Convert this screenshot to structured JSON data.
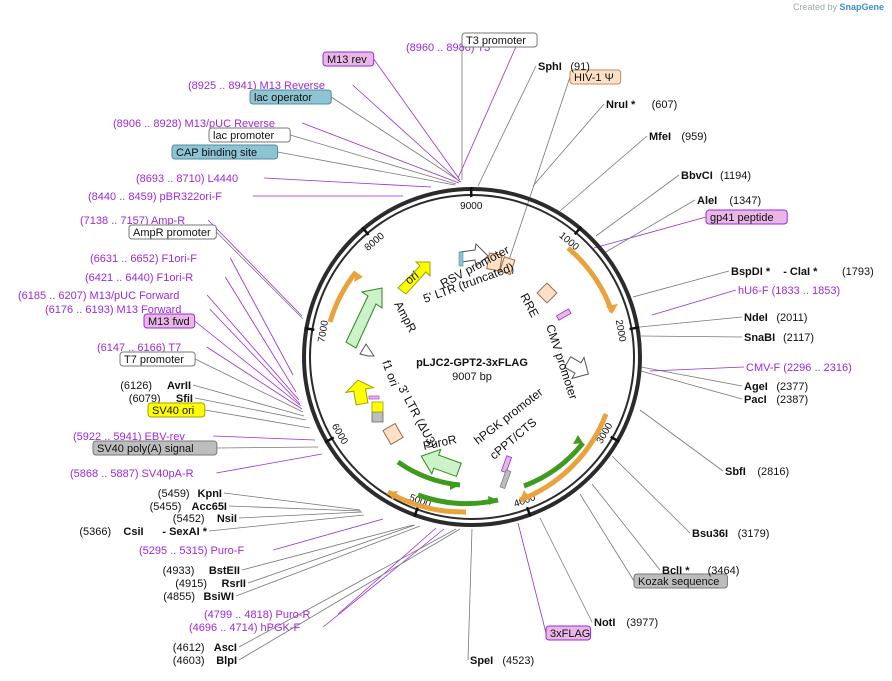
{
  "watermark": {
    "prefix": "Created by",
    "brand": "SnapGene"
  },
  "plasmid": {
    "name": "pLJC2-GPT2-3xFLAG",
    "length_label": "9007 bp",
    "length": 9007
  },
  "ticks": [
    "9000",
    "1000",
    "2000",
    "3000",
    "4000",
    "5000",
    "6000",
    "7000",
    "8000"
  ],
  "labels": [
    {
      "id": "t3",
      "text": "(8960 .. 8980)  T3",
      "style": "purple"
    },
    {
      "id": "t3prom",
      "text": "T3 promoter",
      "style": "box",
      "fill": "#ffffff",
      "stroke": "#777777"
    },
    {
      "id": "m13rev",
      "text": "M13 rev",
      "style": "box",
      "fill": "#e8b7e6",
      "stroke": "#9b2ad6"
    },
    {
      "id": "m13reverse",
      "text": "(8925 .. 8941)  M13 Reverse",
      "style": "purple"
    },
    {
      "id": "lacop",
      "text": "lac operator",
      "style": "box",
      "fill": "#8ec3d1",
      "stroke": "#4d8fa3"
    },
    {
      "id": "m13puc",
      "text": "(8906 .. 8928)  M13/pUC Reverse",
      "style": "purple"
    },
    {
      "id": "lacprom",
      "text": "lac promoter",
      "style": "box",
      "fill": "#ffffff",
      "stroke": "#777777"
    },
    {
      "id": "cap",
      "text": "CAP binding site",
      "style": "box",
      "fill": "#8ec3d1",
      "stroke": "#4d8fa3"
    },
    {
      "id": "l4440",
      "text": "(8693 .. 8710)  L4440",
      "style": "purple"
    },
    {
      "id": "pbr",
      "text": "(8440 .. 8459)  pBR322ori-F",
      "style": "purple"
    },
    {
      "id": "ampr",
      "text": "(7138 .. 7157)  Amp-R",
      "style": "purple"
    },
    {
      "id": "amprprom",
      "text": "AmpR promoter",
      "style": "box",
      "fill": "#ffffff",
      "stroke": "#777777"
    },
    {
      "id": "f1orif",
      "text": "(6631 .. 6652)  F1ori-F",
      "style": "purple"
    },
    {
      "id": "f1orir",
      "text": "(6421 .. 6440)  F1ori-R",
      "style": "purple"
    },
    {
      "id": "m13pucf",
      "text": "(6185 .. 6207)  M13/pUC Forward",
      "style": "purple"
    },
    {
      "id": "m13f",
      "text": "(6176 .. 6193)  M13 Forward",
      "style": "purple"
    },
    {
      "id": "m13fwd",
      "text": "M13 fwd",
      "style": "box",
      "fill": "#e8b7e6",
      "stroke": "#9b2ad6"
    },
    {
      "id": "t7",
      "text": "(6147 .. 6166)  T7",
      "style": "purple"
    },
    {
      "id": "t7prom",
      "text": "T7 promoter",
      "style": "box",
      "fill": "#ffffff",
      "stroke": "#777777"
    },
    {
      "id": "avrii",
      "num": "(6126)",
      "enz": "AvrII",
      "style": "enzyme",
      "align": "end"
    },
    {
      "id": "sfii",
      "num": "(6079)",
      "enz": "SfiI",
      "style": "enzyme",
      "align": "end"
    },
    {
      "id": "sv40ori",
      "text": "SV40 ori",
      "style": "box",
      "fill": "#ffff00",
      "stroke": "#a0a000"
    },
    {
      "id": "ebv",
      "text": "(5922 .. 5941)  EBV-rev",
      "style": "purple"
    },
    {
      "id": "sv40polya",
      "text": "SV40 poly(A) signal",
      "style": "box",
      "fill": "#bdbdbd",
      "stroke": "#777777"
    },
    {
      "id": "sv40pa",
      "text": "(5868 .. 5887)  SV40pA-R",
      "style": "purple"
    },
    {
      "id": "kpni",
      "num": "(5459)",
      "enz": "KpnI",
      "style": "enzyme",
      "align": "end"
    },
    {
      "id": "acc65i",
      "num": "(5455)",
      "enz": "Acc65I",
      "style": "enzyme",
      "align": "end"
    },
    {
      "id": "nsii",
      "num": "(5452)",
      "enz": "NsiI",
      "style": "enzyme",
      "align": "end"
    },
    {
      "id": "csii",
      "num": "(5366)",
      "enz": "CsiI",
      "enz2": "- SexAI *",
      "style": "enzyme2",
      "align": "end"
    },
    {
      "id": "purof",
      "text": "(5295 .. 5315)  Puro-F",
      "style": "purple"
    },
    {
      "id": "bsteii",
      "num": "(4933)",
      "enz": "BstEII",
      "style": "enzyme",
      "align": "end"
    },
    {
      "id": "rsrii",
      "num": "(4915)",
      "enz": "RsrII",
      "style": "enzyme",
      "align": "end"
    },
    {
      "id": "bsiwi",
      "num": "(4855)",
      "enz": "BsiWI",
      "style": "enzyme",
      "align": "end"
    },
    {
      "id": "puror",
      "text": "(4799 .. 4818)  Puro-R",
      "style": "purple"
    },
    {
      "id": "hpgkf",
      "text": "(4696 .. 4714)  hPGK-F",
      "style": "purple"
    },
    {
      "id": "asci",
      "num": "(4612)",
      "enz": "AscI",
      "style": "enzyme",
      "align": "end"
    },
    {
      "id": "blpi",
      "num": "(4603)",
      "enz": "BlpI",
      "style": "enzyme",
      "align": "end"
    },
    {
      "id": "spei",
      "enz": "SpeI",
      "num": "(4523)",
      "style": "enzymeR"
    },
    {
      "id": "flag3",
      "text": "3xFLAG",
      "style": "box",
      "fill": "#e8b7e6",
      "stroke": "#9b2ad6"
    },
    {
      "id": "noti",
      "enz": "NotI",
      "num": "(3977)",
      "style": "enzymeR"
    },
    {
      "id": "kozak",
      "text": "Kozak sequence",
      "style": "box",
      "fill": "#bdbdbd",
      "stroke": "#777777"
    },
    {
      "id": "bcli",
      "enz": "BclI *",
      "num": "(3464)",
      "style": "enzymeR"
    },
    {
      "id": "bsu36i",
      "enz": "Bsu36I",
      "num": "(3179)",
      "style": "enzymeR"
    },
    {
      "id": "sbfi",
      "enz": "SbfI",
      "num": "(2816)",
      "style": "enzymeR"
    },
    {
      "id": "paci",
      "enz": "PacI",
      "num": "(2387)",
      "style": "enzymeR"
    },
    {
      "id": "agei",
      "enz": "AgeI",
      "num": "(2377)",
      "style": "enzymeR"
    },
    {
      "id": "cmvf",
      "text": "CMV-F   (2296 .. 2316)",
      "style": "purple"
    },
    {
      "id": "snabi",
      "enz": "SnaBI",
      "num": "(2117)",
      "style": "enzymeR"
    },
    {
      "id": "ndei",
      "enz": "NdeI",
      "num": "(2011)",
      "style": "enzymeR"
    },
    {
      "id": "hu6f",
      "text": "hU6-F   (1833 .. 1853)",
      "style": "purple"
    },
    {
      "id": "bspdi",
      "enz": "BspDI *",
      "enz2": "- ClaI *",
      "num": "(1793)",
      "style": "enzymeR2"
    },
    {
      "id": "gp41",
      "text": "gp41 peptide",
      "style": "box",
      "fill": "#e8b7e6",
      "stroke": "#9b2ad6"
    },
    {
      "id": "alei",
      "enz": "AleI",
      "num": "(1347)",
      "style": "enzymeR"
    },
    {
      "id": "bbvci",
      "enz": "BbvCI",
      "num": "(1194)",
      "style": "enzymeR"
    },
    {
      "id": "mfei",
      "enz": "MfeI",
      "num": "(959)",
      "style": "enzymeR"
    },
    {
      "id": "nrui",
      "enz": "NruI *",
      "num": "(607)",
      "style": "enzymeR"
    },
    {
      "id": "hiv",
      "text": "HIV-1 Ψ",
      "style": "box",
      "fill": "#fde0c5",
      "stroke": "#c48a5c"
    },
    {
      "id": "sphi",
      "enz": "SphI",
      "num": "(91)",
      "style": "enzymeR"
    }
  ],
  "features": [
    {
      "id": "rsv",
      "text": "RSV promoter"
    },
    {
      "id": "ltr5",
      "text": "5' LTR (truncated)"
    },
    {
      "id": "rre",
      "text": "RRE"
    },
    {
      "id": "cmv",
      "text": "CMV promoter"
    },
    {
      "id": "hpgk",
      "text": "hPGK promoter"
    },
    {
      "id": "cppt",
      "text": "cPPT/CTS"
    },
    {
      "id": "puror_f",
      "text": "PuroR"
    },
    {
      "id": "ltr3",
      "text": "3' LTR (ΔU3)"
    },
    {
      "id": "f1ori",
      "text": "f1 ori"
    },
    {
      "id": "ampr_f",
      "text": "AmpR"
    },
    {
      "id": "ori",
      "text": "ori"
    }
  ],
  "colors": {
    "enzyme": "#111111",
    "primer": "#9b2ad6",
    "orf_orange": "#e8a33c",
    "orf_green": "#3e9b1e",
    "backbone": "#333333"
  }
}
